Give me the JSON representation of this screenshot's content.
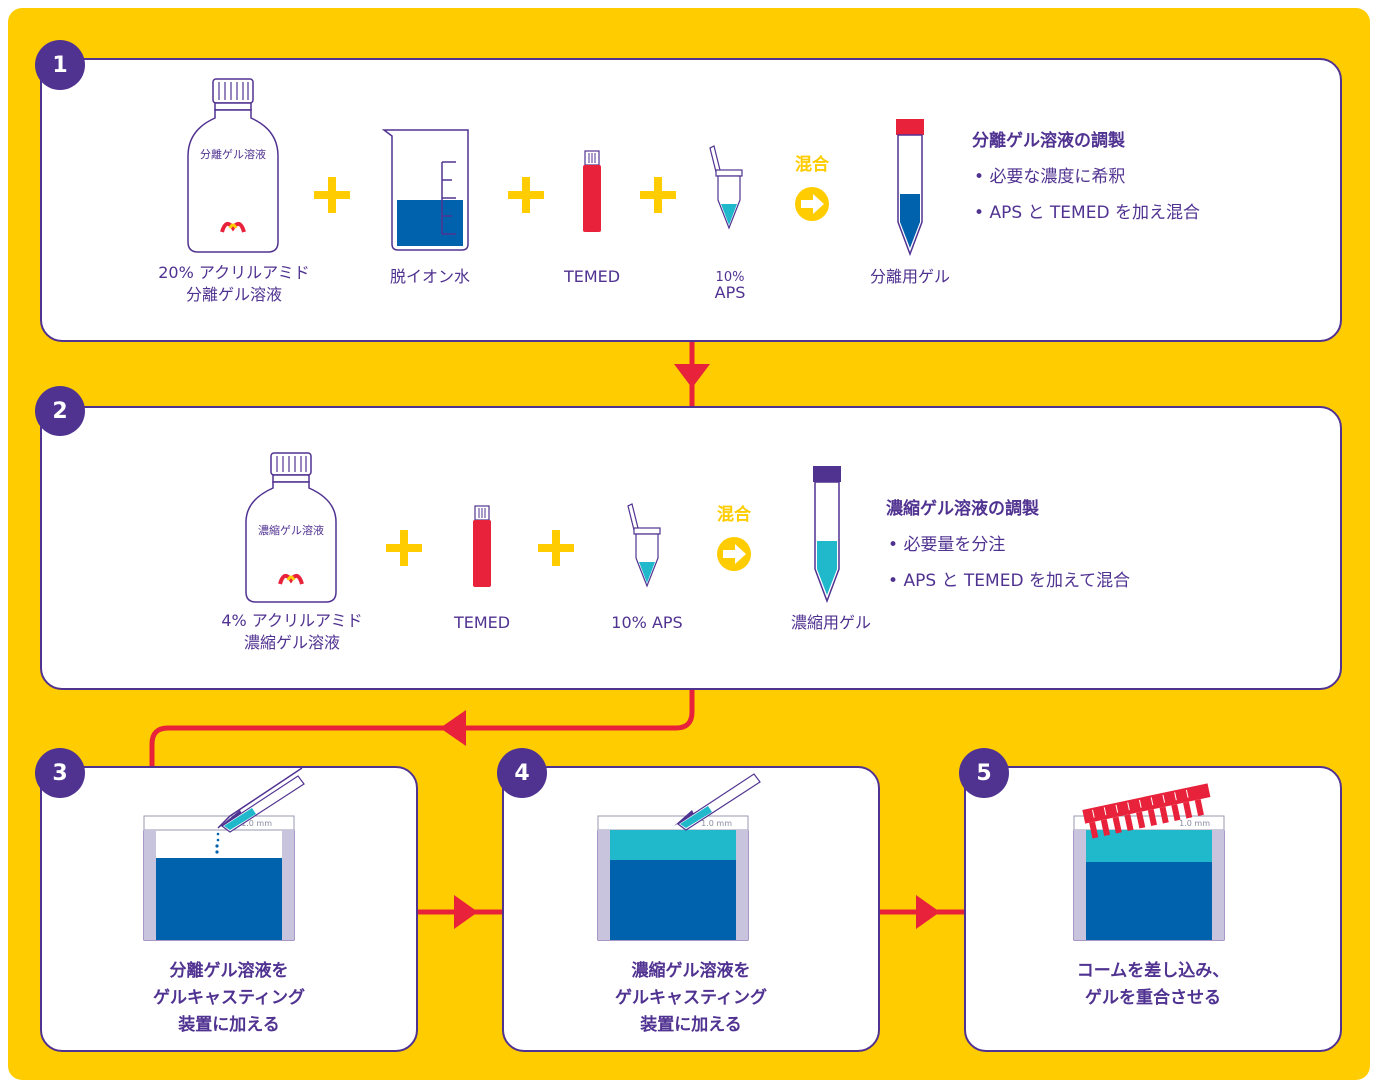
{
  "colors": {
    "background": "#FFCC00",
    "panel_border": "#503291",
    "text": "#503291",
    "accent_red": "#E8223B",
    "gel_blue": "#0061AD",
    "gel_cyan": "#1FB9CB"
  },
  "step1": {
    "number": "1",
    "bottle_label": "分離ゲル溶液",
    "item1_label_line1": "20% アクリルアミド",
    "item1_label_line2": "分離ゲル溶液",
    "item2_label": "脱イオン水",
    "item3_label": "TEMED",
    "item4_label_line1": "10%",
    "item4_label_line2": "APS",
    "mix_label": "混合",
    "result_label": "分離用ゲル",
    "title": "分離ゲル溶液の調製",
    "bullets": [
      "必要な濃度に希釈",
      "APS と TEMED を加え混合"
    ]
  },
  "step2": {
    "number": "2",
    "bottle_label": "濃縮ゲル溶液",
    "item1_label_line1": "4% アクリルアミド",
    "item1_label_line2": "濃縮ゲル溶液",
    "item2_label": "TEMED",
    "item3_label": "10% APS",
    "mix_label": "混合",
    "result_label": "濃縮用ゲル",
    "title": "濃縮ゲル溶液の調製",
    "bullets": [
      "必要量を分注",
      "APS と TEMED を加えて混合"
    ]
  },
  "step3": {
    "number": "3",
    "label": "分離ゲル溶液を\nゲルキャスティング\n装置に加える",
    "plate_mark": "1.0 mm"
  },
  "step4": {
    "number": "4",
    "label": "濃縮ゲル溶液を\nゲルキャスティング\n装置に加える",
    "plate_mark": "1.0 mm"
  },
  "step5": {
    "number": "5",
    "label": "コームを差し込み、\nゲルを重合させる",
    "plate_mark": "1.0 mm"
  }
}
